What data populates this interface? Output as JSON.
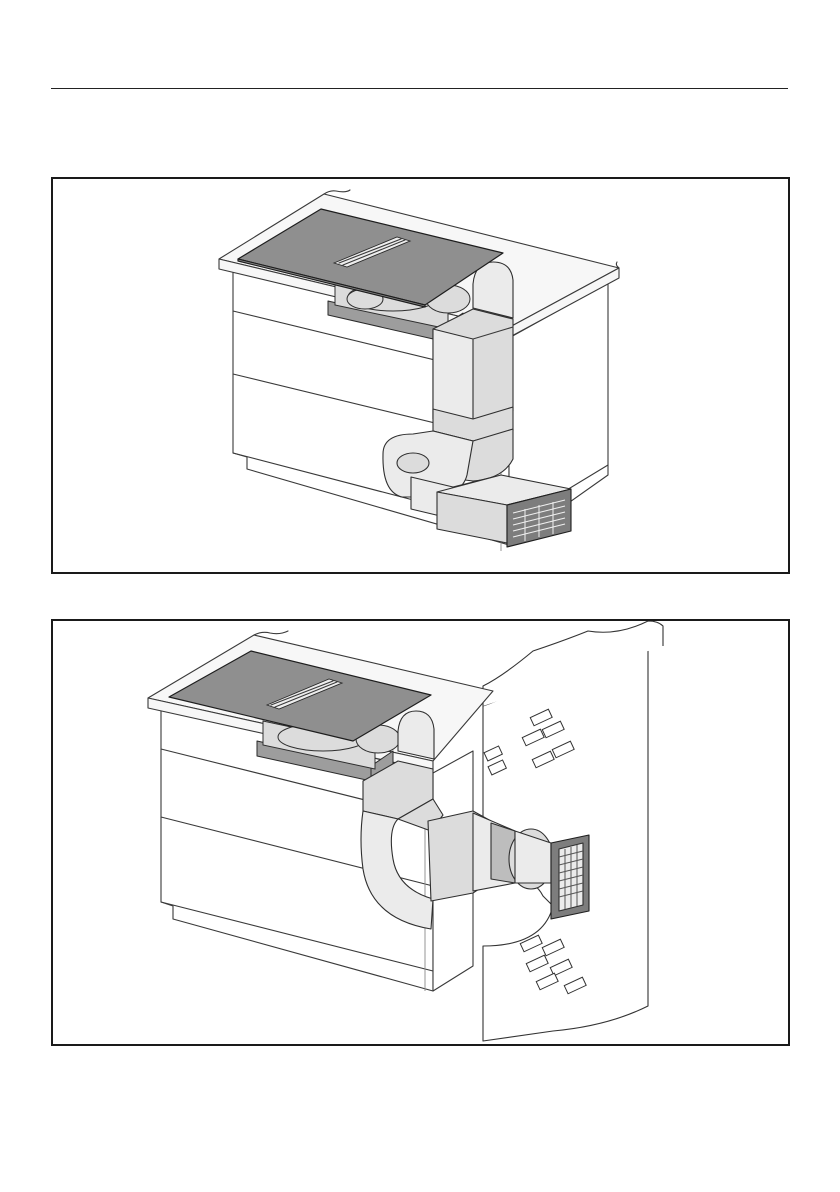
{
  "page": {
    "figures": [
      {
        "id": "figure-1",
        "depicts": [
          "cooktop-with-integrated-extractor",
          "island-cabinet",
          "vertical-flat-duct",
          "plinth-outlet-grille"
        ]
      },
      {
        "id": "figure-2",
        "depicts": [
          "cooktop-with-integrated-extractor",
          "island-cabinet",
          "duct-bend",
          "round-wall-duct",
          "wall-outlet-grille",
          "brick-wall"
        ]
      }
    ]
  }
}
